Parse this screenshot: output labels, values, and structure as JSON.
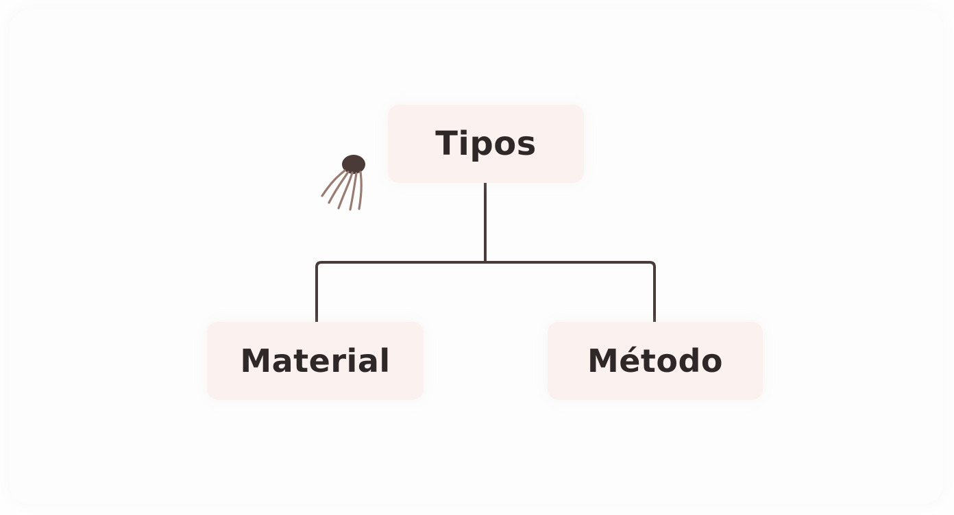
{
  "diagram": {
    "root": {
      "label": "Tipos"
    },
    "children": [
      {
        "label": "Material"
      },
      {
        "label": "Método"
      }
    ]
  },
  "icons": {
    "decoration": "jellyfish-icon"
  },
  "colors": {
    "background": "#fefefe",
    "node_fill": "#fbf1ee",
    "connector": "#4a3b3b",
    "text": "#2f2828",
    "icon_body": "#4a3a38",
    "icon_tentacles": "#9a7b70"
  }
}
